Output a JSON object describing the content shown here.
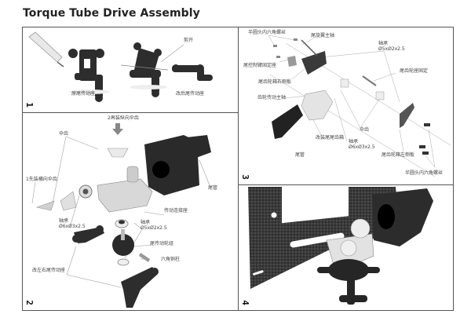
{
  "title": "Torque Tube Drive Assembly",
  "panels": [
    {
      "step": "1",
      "labels": {
        "separate": "剪开",
        "original_mount": "原尾传动座",
        "modified_mount": "改后尾传动座"
      }
    },
    {
      "step": "2",
      "labels": {
        "bevel_gear_2": "2再装纵向伞齿",
        "bevel_gear": "伞齿",
        "bevel_gear_1": "1先装横向伞齿",
        "bearing_a": "轴承",
        "bearing_a_size": "Ø6xØ3x2.5",
        "bearing_b": "轴承",
        "bearing_b_size": "Ø5xØ2x2.5",
        "tail_pulley": "尾传动轮组",
        "hex_post": "六角铜柱",
        "drive_mount": "传动连接座",
        "tail_boom": "尾管",
        "lr_mounts": "改左右尾传动座"
      }
    },
    {
      "step": "3",
      "labels": {
        "screws_top": "半圆头内六角螺丝",
        "tail_shaft": "尾旋翼主轴",
        "bearing": "轴承",
        "bearing_size": "Ø5xØ2x2.5",
        "control_mount": "尾控制臂固定座",
        "right_plate": "尾齿轮箱右侧板",
        "pulley_holder": "尾齿轮座固定",
        "drive_shaft": "齿轮传动主轴",
        "bevel_gear": "伞齿",
        "gear_box": "改装尾尾齿箱",
        "bearing2": "轴承",
        "bearing2_size": "Ø6xØ3x2.5",
        "tail_boom": "尾管",
        "left_plate": "尾齿轮箱左侧板",
        "screws_bottom": "半圆头内六角螺丝"
      }
    },
    {
      "step": "4",
      "labels": {}
    }
  ],
  "colors": {
    "frame": "#555555",
    "part_dark": "#2a2a2a",
    "part_metal": "#d9d9d9",
    "carbon": "#3a3a3a",
    "leader_line": "#9a9a9a"
  }
}
